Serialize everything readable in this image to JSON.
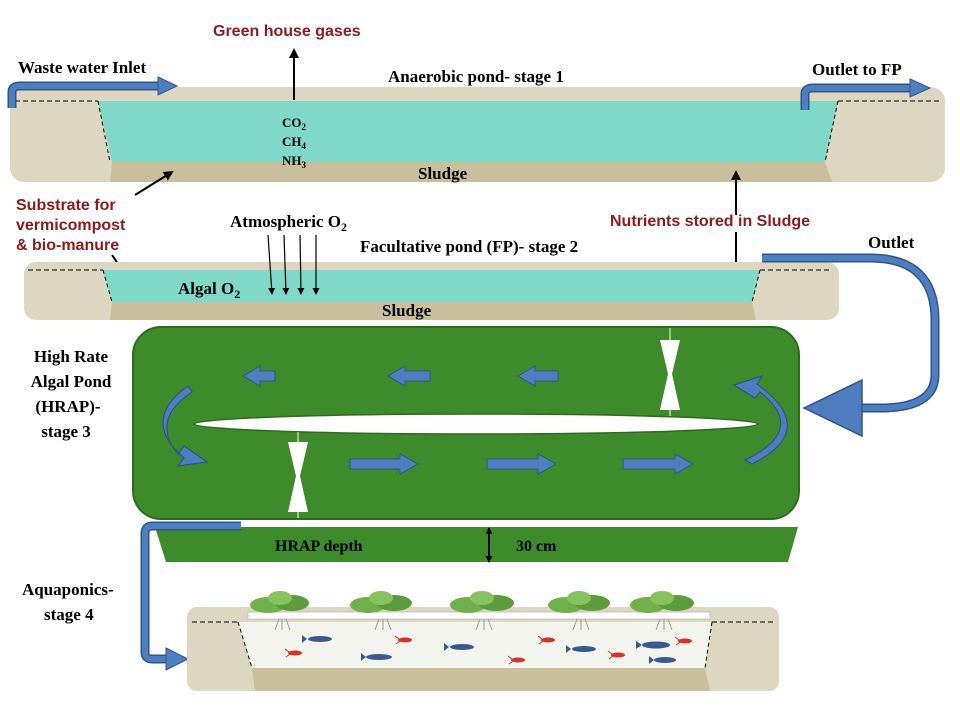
{
  "stage1": {
    "title": "Anaerobic pond- stage 1",
    "inlet": "Waste water Inlet",
    "outlet": "Outlet to FP",
    "gases_label": "Green house gases",
    "gases": [
      "CO2",
      "CH4",
      "NH3"
    ],
    "gases_sub": [
      "2",
      "4",
      "3"
    ],
    "gases_base": [
      "CO",
      "CH",
      "NH"
    ],
    "sludge": "Sludge"
  },
  "substrate": {
    "line1": "Substrate for",
    "line2": "vermicompost",
    "line3": "& bio-manure"
  },
  "stage2": {
    "atmospheric_base": "Atmospheric O",
    "atmospheric_sub": "2",
    "title": "Facultative pond (FP)- stage 2",
    "nutrients": "Nutrients stored in Sludge",
    "outlet": "Outlet",
    "algal_base": "Algal O",
    "algal_sub": "2",
    "sludge": "Sludge"
  },
  "stage3": {
    "line1": "High Rate",
    "line2": "Algal Pond",
    "line3": "(HRAP)-",
    "line4": "stage 3",
    "depth_label": "HRAP depth",
    "depth_value": "30 cm"
  },
  "stage4": {
    "line1": "Aquaponics-",
    "line2": "stage 4"
  },
  "colors": {
    "earth": "#ddd6c1",
    "sludge": "#c9bf9c",
    "water": "#7fd8c8",
    "hrap": "#3d8b2a",
    "hrap_border": "#2f6b1f",
    "arrow_blue": "#4f7ec0",
    "arrow_outline": "#2f5587",
    "label_red": "#8b1a1a"
  }
}
